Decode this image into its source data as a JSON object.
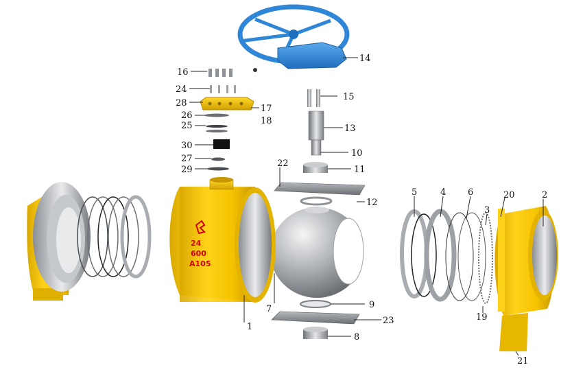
{
  "callouts": {
    "c1": "1",
    "c2": "2",
    "c3": "3",
    "c4": "4",
    "c5": "5",
    "c6": "6",
    "c7": "7",
    "c8": "8",
    "c9": "9",
    "c10": "10",
    "c11": "11",
    "c12": "12",
    "c13": "13",
    "c14": "14",
    "c15": "15",
    "c16": "16",
    "c17": "17",
    "c18": "18",
    "c19": "19",
    "c20": "20",
    "c21": "21",
    "c22": "22",
    "c23": "23",
    "c24": "24",
    "c25": "25",
    "c26": "26",
    "c27": "27",
    "c28": "28",
    "c29": "29",
    "c30": "30"
  },
  "body_marking": {
    "size": "24",
    "pressure_class": "600",
    "material": "A105"
  },
  "colors": {
    "body_yellow": "#f2c200",
    "handwheel_blue": "#2f86d6",
    "steel": "#b9bcc0",
    "marking_red": "#d40000"
  }
}
